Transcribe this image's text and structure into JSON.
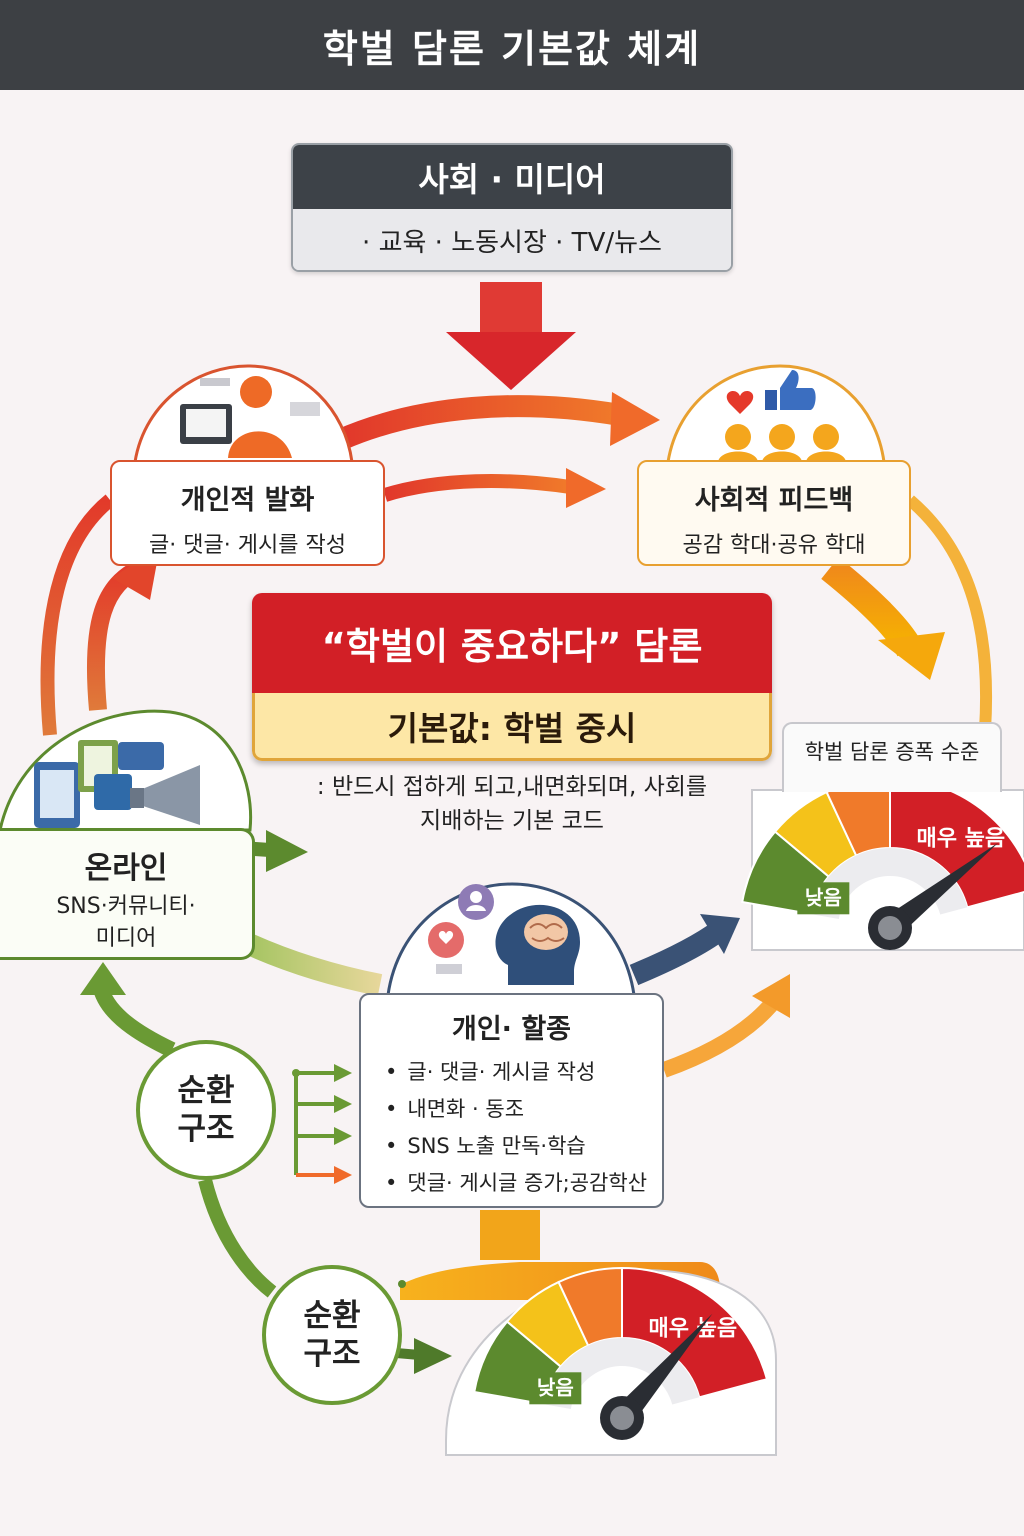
{
  "title": "학벌 담론 기본값 체계",
  "media": {
    "title": "사회 · 미디어",
    "items": "· 교육 · 노동시장 · TV/뉴스"
  },
  "speech": {
    "title": "개인적 발화",
    "desc": "글· 댓글· 게시를 작성"
  },
  "feedback": {
    "title": "사회적 피드백",
    "desc": "공감 학대·공유 학대"
  },
  "discourse": {
    "title": "“학벌이 중요하다” 담론",
    "default": "기본값: 학벌 중시",
    "desc_line1": ": 반드시 접하게 되고,내면화되며, 사회를",
    "desc_line2": "지배하는 기본 코드"
  },
  "online": {
    "title": "온라인",
    "line1": "SNS·커뮤니티·",
    "line2": "미디어"
  },
  "activity": {
    "title": "개인· 할종",
    "items": [
      "글· 댓글· 게시글 작성",
      "내면화 · 동조",
      "SNS 노출 만독·학습",
      "댓글· 게시글 증가;공감학산"
    ]
  },
  "cycle_labels": [
    {
      "line1": "순환",
      "line2": "구조"
    },
    {
      "line1": "순환",
      "line2": "구조"
    }
  ],
  "gauge_top": {
    "caption": "학벌 담론 증폭 수준",
    "high_label": "매우 높음",
    "low_label": "낮음",
    "level": 0.85
  },
  "gauge_bottom": {
    "high_label": "매우 높음",
    "low_label": "낮음",
    "level": 0.78
  },
  "colors": {
    "red": "#d21f26",
    "orange": "#f07a2a",
    "yellow": "#f4c21a",
    "green": "#5c8a2e",
    "navy": "#3a5275"
  }
}
